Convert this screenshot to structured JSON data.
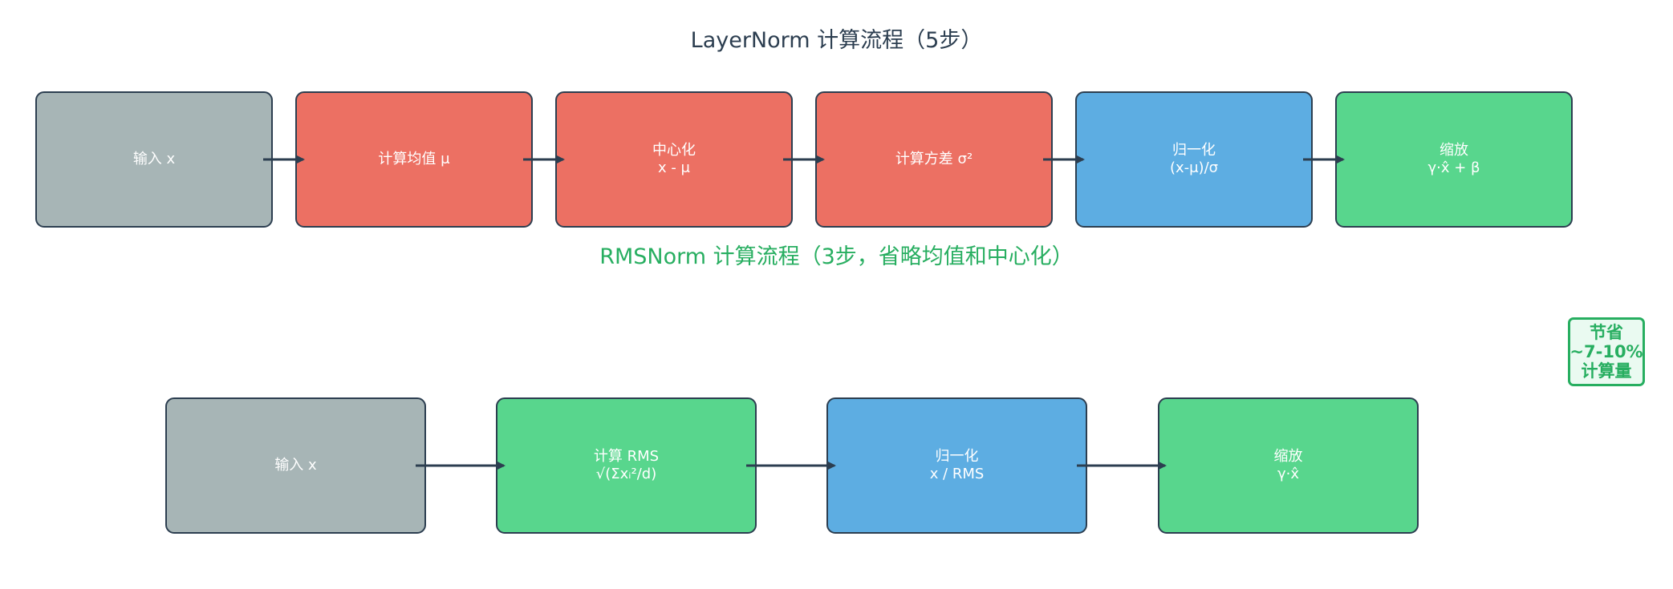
{
  "layernorm": {
    "title": "LayerNorm 计算流程（5步）",
    "steps": [
      {
        "line1": "输入 x",
        "line2": ""
      },
      {
        "line1": "计算均值 μ",
        "line2": ""
      },
      {
        "line1": "中心化",
        "line2": "x - μ"
      },
      {
        "line1": "计算方差 σ²",
        "line2": ""
      },
      {
        "line1": "归一化",
        "line2": "(x-μ)/σ"
      },
      {
        "line1": "缩放",
        "line2": "γ·x̂ + β"
      }
    ]
  },
  "rmsnorm": {
    "title": "RMSNorm 计算流程（3步，省略均值和中心化）",
    "steps": [
      {
        "line1": "输入 x",
        "line2": ""
      },
      {
        "line1": "计算 RMS",
        "line2": "√(Σxᵢ²/d)"
      },
      {
        "line1": "归一化",
        "line2": "x / RMS"
      },
      {
        "line1": "缩放",
        "line2": "γ·x̂"
      }
    ]
  },
  "savings": {
    "line1": "节省",
    "line2": "~7-10%",
    "line3": "计算量"
  },
  "colors": {
    "input": "#a7b5b6",
    "mean_variance": "#ec7063",
    "normalize": "#5dade2",
    "scale_rms": "#58d68d",
    "arrow": "#2c3e50",
    "accent_green": "#27ae60"
  }
}
